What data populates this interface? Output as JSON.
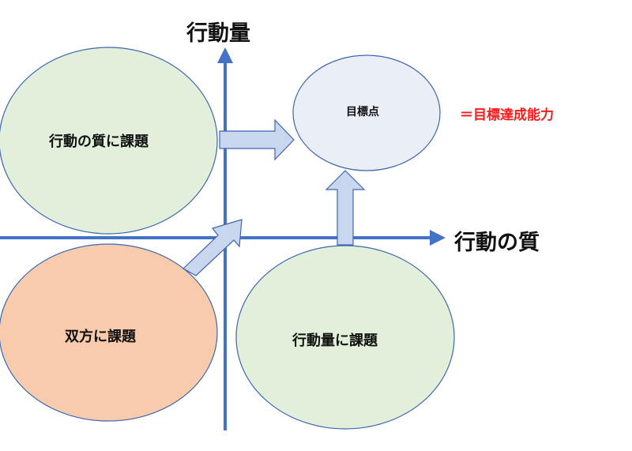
{
  "axes": {
    "y_label": "行動量",
    "x_label": "行動の質"
  },
  "goal": {
    "label": "目標点",
    "definition": "＝目標達成能力"
  },
  "quadrants": {
    "top_left": "行動の質に課題",
    "bottom_left": "双方に課題",
    "bottom_right": "行動量に課題"
  },
  "colors": {
    "axis": "#4472c4",
    "green_fill": "#e2efda",
    "orange_fill": "#f8cbad",
    "goal_fill": "#e9eef7",
    "arrow_fill": "#c9d7ee",
    "outline": "#3f66b0",
    "definition_text": "#ff1a1a"
  }
}
